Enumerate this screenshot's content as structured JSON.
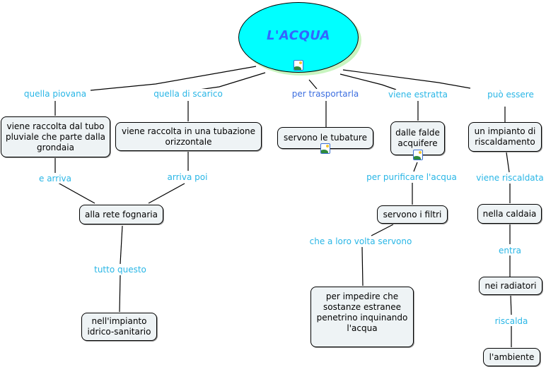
{
  "root": {
    "title": "L'ACQUA",
    "icon": "image-icon"
  },
  "colors": {
    "root_fill": "#00ffff",
    "root_text": "#3366ff",
    "link_text": "#29b6e6",
    "link_text_alt": "#3d6fe0",
    "node_fill": "#eef3f5"
  },
  "links": {
    "quella_piovana": "quella piovana",
    "quella_di_scarico": "quella di scarico",
    "per_trasportarla": "per trasportarla",
    "viene_estratta": "viene estratta",
    "puo_essere": "può essere",
    "e_arriva": "e arriva",
    "arriva_poi": "arriva poi",
    "tutto_questo": "tutto questo",
    "per_purificare": "per purificare l'acqua",
    "che_a_loro_volta": "che a loro volta servono",
    "viene_riscaldata": "viene riscaldata",
    "entra": "entra",
    "riscalda": "riscalda"
  },
  "nodes": {
    "tubo_pluviale": "viene raccolta dal tubo pluviale che parte dalla grondaia",
    "tubazione_orizzontale": "viene raccolta in una tubazione orizzontale",
    "tubature": "servono le tubature",
    "falde_acquifere": "dalle falde acquifere",
    "impianto_riscaldamento": "un impianto di riscaldamento",
    "rete_fognaria": "alla rete fognaria",
    "impianto_idrico": "nell'impianto idrico-sanitario",
    "filtri": "servono i filtri",
    "impedire": "per impedire che sostanze estranee penetrino inquinando l'acqua",
    "caldaia": "nella caldaia",
    "radiatori": "nei radiatori",
    "ambiente": "l'ambiente"
  }
}
